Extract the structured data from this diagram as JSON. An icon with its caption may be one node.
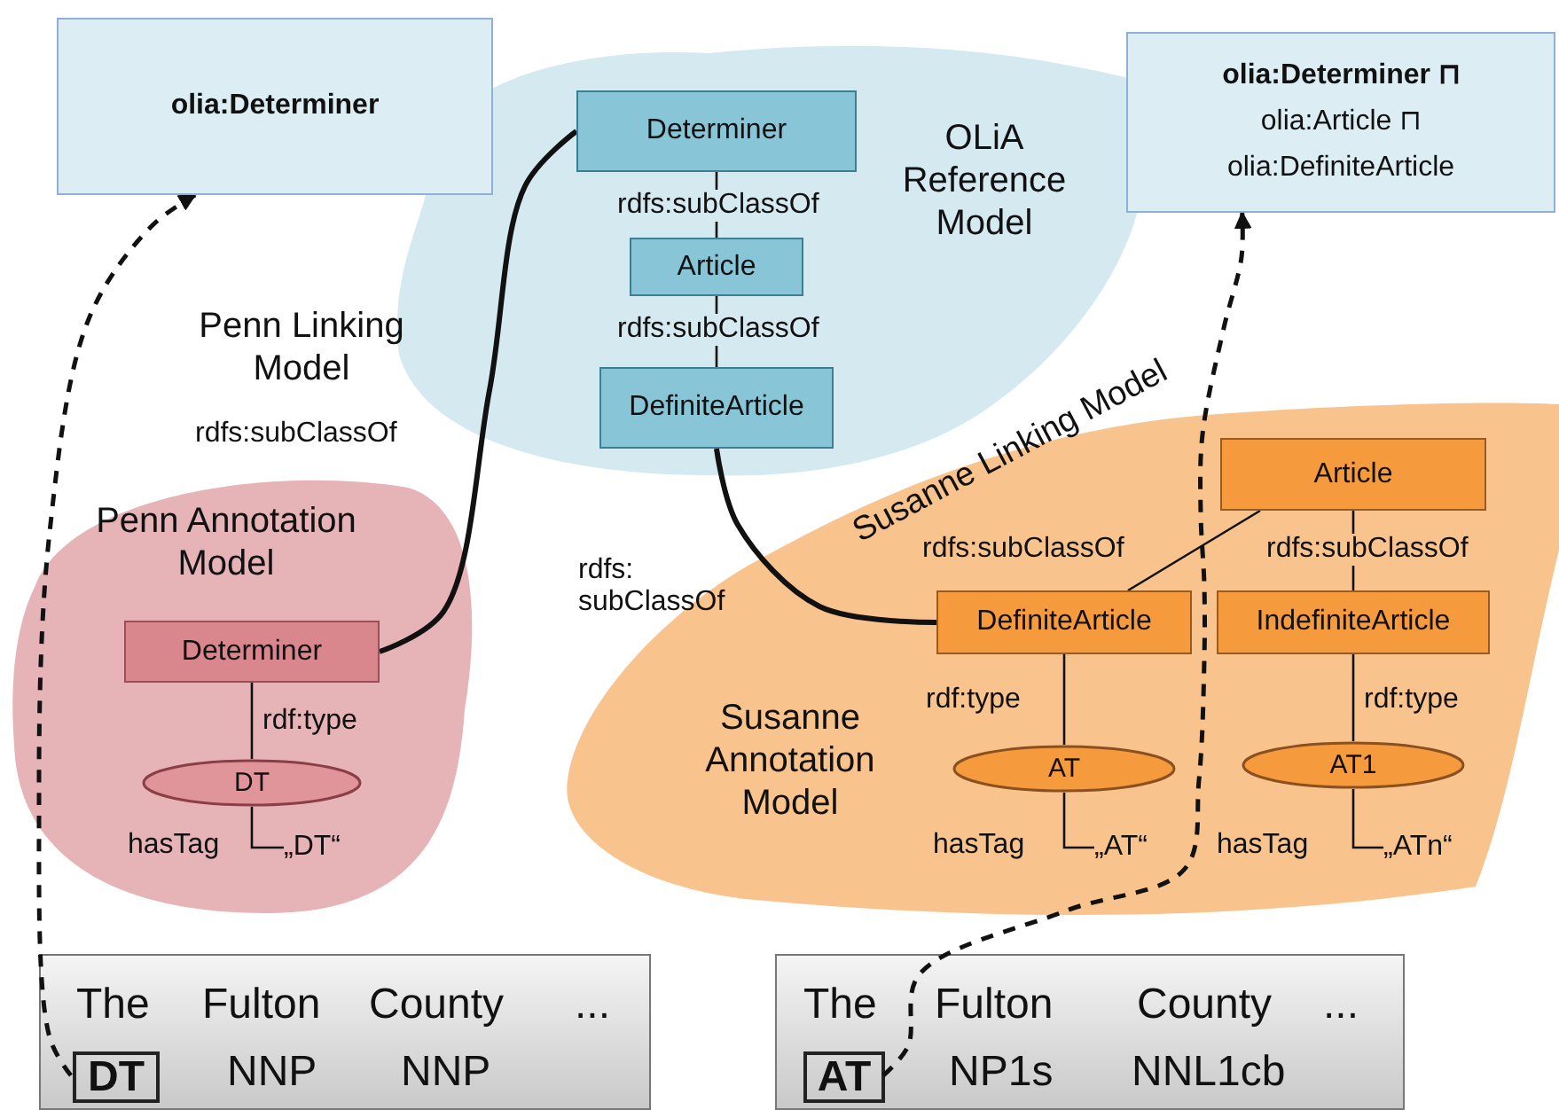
{
  "diagram": {
    "nodes": [
      {
        "text": [
          "olia:Determiner"
        ]
      },
      {
        "text": [
          "**olia:Determiner ⊓** olia:Article ⊓ olia:DefiniteArticle"
        ]
      },
      {
        "text": [
          "OLiA Reference Model"
        ]
      },
      {
        "text": [
          "Determiner"
        ],
        "in": 2
      },
      {
        "text": [
          "Article"
        ],
        "in": 2
      },
      {
        "text": [
          "DefiniteArticle"
        ],
        "in": 2
      },
      {
        "text": [
          "Penn Annotation Model"
        ]
      },
      {
        "text": [
          "Determiner"
        ],
        "in": 6
      },
      {
        "text": [
          "DT"
        ],
        "in": 6
      },
      {
        "text": [
          "„DT“"
        ],
        "in": 6
      },
      {
        "text": [
          "Susanne Annotation Model"
        ]
      },
      {
        "text": [
          "Article"
        ],
        "in": 10
      },
      {
        "text": [
          "DefiniteArticle"
        ],
        "in": 10
      },
      {
        "text": [
          "IndefiniteArticle"
        ],
        "in": 10
      },
      {
        "text": [
          "AT"
        ],
        "in": 10
      },
      {
        "text": [
          "AT1"
        ],
        "in": 10
      },
      {
        "text": [
          "„AT“"
        ],
        "in": 10
      },
      {
        "text": [
          "„ATn“"
        ],
        "in": 10
      },
      {
        "text": [
          "The",
          "Fulton",
          "County",
          "...",
          "NNP",
          "NNP"
        ]
      },
      {
        "text": [
          "DT"
        ],
        "in": 18
      },
      {
        "text": [
          "The",
          "Fulton",
          "County",
          "...",
          "NP1s",
          "NNL1cb"
        ]
      },
      {
        "text": [
          "AT"
        ],
        "in": 20
      }
    ],
    "edges": [
      {
        "from": 3,
        "to": 4,
        "arrow": "none",
        "label": "rdfs:subClassOf"
      },
      {
        "from": 4,
        "to": 5,
        "arrow": "none",
        "label": "rdfs:subClassOf"
      },
      {
        "from": 7,
        "to": 3,
        "arrow": "none",
        "label": "rdfs:subClassOf",
        "style": "thick"
      },
      {
        "from": 7,
        "to": 8,
        "arrow": "none",
        "label": "rdf:type"
      },
      {
        "from": 8,
        "to": 9,
        "arrow": "none",
        "label": "hasTag"
      },
      {
        "from": 11,
        "to": 12,
        "arrow": "none",
        "label": "rdfs:subClassOf"
      },
      {
        "from": 11,
        "to": 13,
        "arrow": "none",
        "label": "rdfs:subClassOf"
      },
      {
        "from": 12,
        "to": 14,
        "arrow": "none",
        "label": "rdf:type"
      },
      {
        "from": 13,
        "to": 15,
        "arrow": "none",
        "label": "rdf:type"
      },
      {
        "from": 14,
        "to": 16,
        "arrow": "none",
        "label": "hasTag"
      },
      {
        "from": 15,
        "to": 17,
        "arrow": "none",
        "label": "hasTag"
      },
      {
        "from": 12,
        "to": 5,
        "arrow": "none",
        "label": "rdfs: subClassOf",
        "style": "thick"
      },
      {
        "from": 19,
        "to": 0,
        "arrow": "to",
        "style": "dashed"
      },
      {
        "from": 21,
        "to": 1,
        "arrow": "to",
        "style": "dashed"
      }
    ],
    "labels": [
      "Penn Linking Model",
      "Susanne Linking Model"
    ]
  }
}
